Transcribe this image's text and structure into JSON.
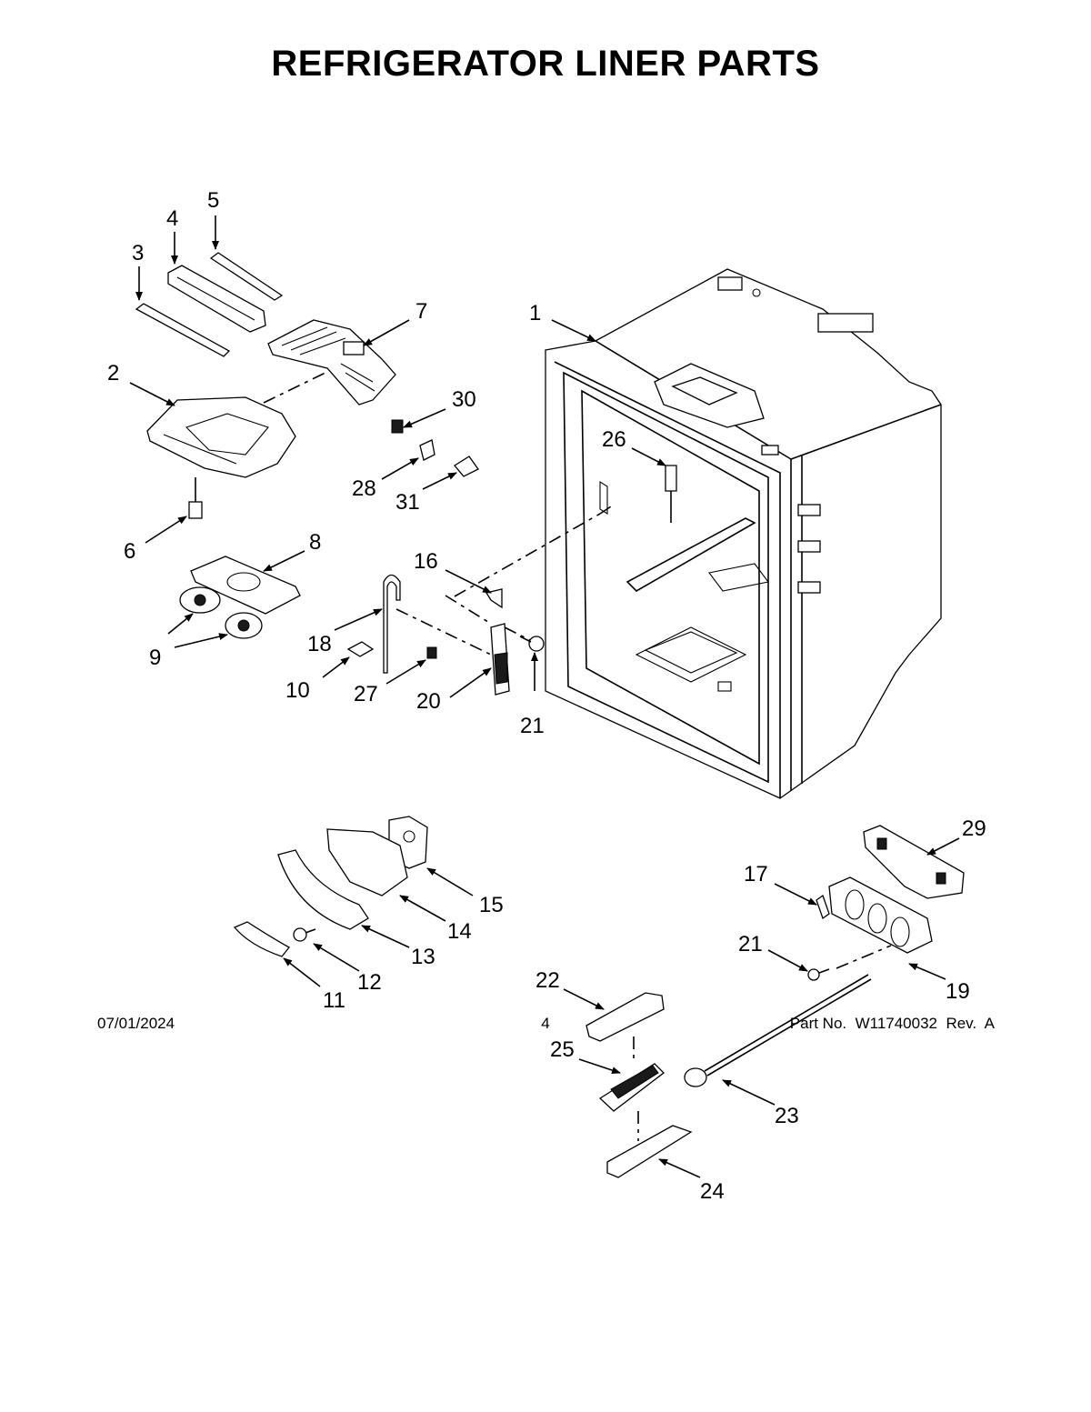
{
  "title": "REFRIGERATOR LINER PARTS",
  "footer": {
    "date": "07/01/2024",
    "page": "4",
    "part_number": "Part No.  W11740032  Rev.  A"
  },
  "callouts": [
    {
      "id": "c1",
      "text": "1"
    },
    {
      "id": "c2",
      "text": "2"
    },
    {
      "id": "c3",
      "text": "3"
    },
    {
      "id": "c4",
      "text": "4"
    },
    {
      "id": "c5",
      "text": "5"
    },
    {
      "id": "c6",
      "text": "6"
    },
    {
      "id": "c7",
      "text": "7"
    },
    {
      "id": "c8",
      "text": "8"
    },
    {
      "id": "c9",
      "text": "9"
    },
    {
      "id": "c10",
      "text": "10"
    },
    {
      "id": "c11",
      "text": "11"
    },
    {
      "id": "c12",
      "text": "12"
    },
    {
      "id": "c13",
      "text": "13"
    },
    {
      "id": "c14",
      "text": "14"
    },
    {
      "id": "c15",
      "text": "15"
    },
    {
      "id": "c16",
      "text": "16"
    },
    {
      "id": "c17",
      "text": "17"
    },
    {
      "id": "c18",
      "text": "18"
    },
    {
      "id": "c19",
      "text": "19"
    },
    {
      "id": "c20",
      "text": "20"
    },
    {
      "id": "c21a",
      "text": "21"
    },
    {
      "id": "c21b",
      "text": "21"
    },
    {
      "id": "c22",
      "text": "22"
    },
    {
      "id": "c23",
      "text": "23"
    },
    {
      "id": "c24",
      "text": "24"
    },
    {
      "id": "c25",
      "text": "25"
    },
    {
      "id": "c26",
      "text": "26"
    },
    {
      "id": "c27",
      "text": "27"
    },
    {
      "id": "c28",
      "text": "28"
    },
    {
      "id": "c29",
      "text": "29"
    },
    {
      "id": "c30",
      "text": "30"
    },
    {
      "id": "c31",
      "text": "31"
    }
  ]
}
